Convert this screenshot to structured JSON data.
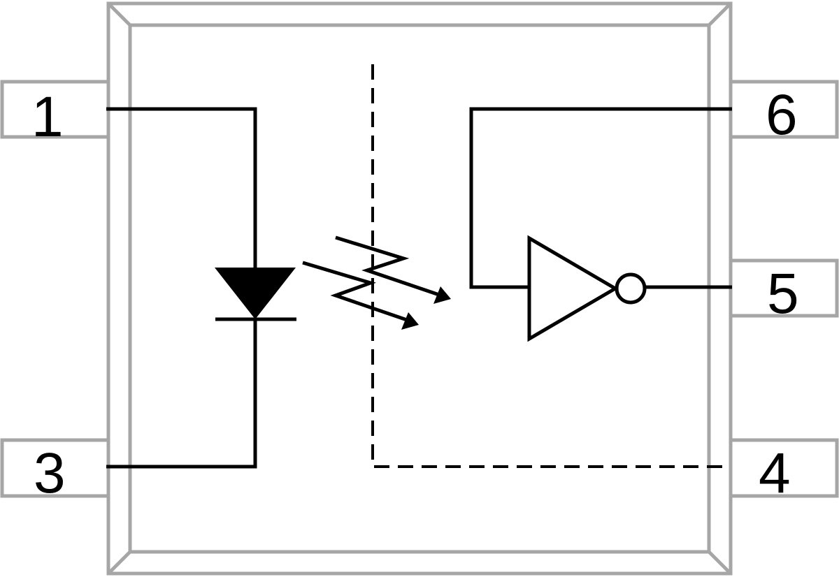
{
  "diagram": {
    "type": "optocoupler-schematic",
    "pins": [
      {
        "number": "1",
        "side": "left"
      },
      {
        "number": "3",
        "side": "left"
      },
      {
        "number": "6",
        "side": "right"
      },
      {
        "number": "5",
        "side": "right"
      },
      {
        "number": "4",
        "side": "right"
      }
    ],
    "colors": {
      "package": "#a6a6a6",
      "wire": "#000000"
    }
  }
}
